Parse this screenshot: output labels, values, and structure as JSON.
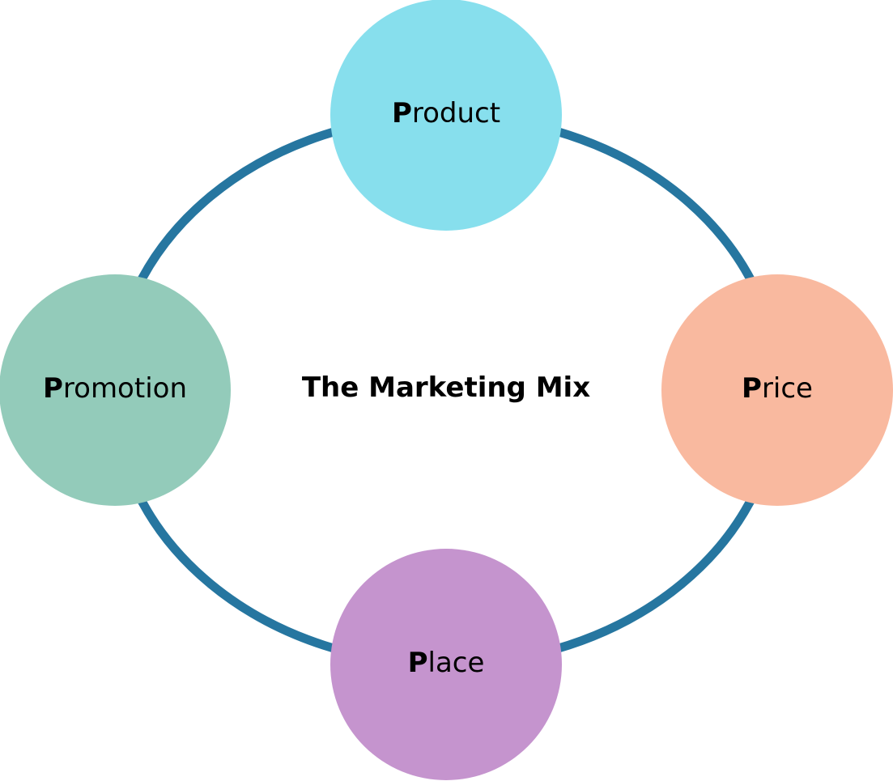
{
  "diagram": {
    "title": "The Marketing Mix",
    "ring_color": "#2676a0",
    "nodes": [
      {
        "id": "product",
        "initial": "P",
        "rest": "roduct",
        "color": "#87dfed"
      },
      {
        "id": "price",
        "initial": "P",
        "rest": "rice",
        "color": "#f9b99f"
      },
      {
        "id": "place",
        "initial": "P",
        "rest": "lace",
        "color": "#c594ce"
      },
      {
        "id": "promotion",
        "initial": "P",
        "rest": "romotion",
        "color": "#93cbba"
      }
    ]
  }
}
